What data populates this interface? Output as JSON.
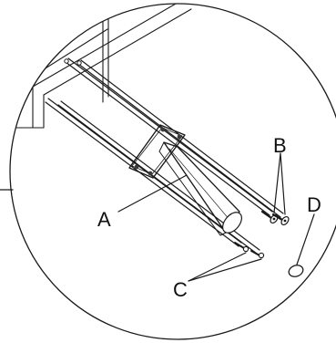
{
  "diagram": {
    "callouts": [
      {
        "id": "A",
        "text": "A"
      },
      {
        "id": "B",
        "text": "B"
      },
      {
        "id": "C",
        "text": "C"
      },
      {
        "id": "D",
        "text": "D"
      }
    ],
    "colors": {
      "stroke": "#1a1a1a",
      "fill_light": "#ffffff",
      "fill_shade": "#d9d9d9",
      "fill_dark": "#3a3a3a"
    }
  }
}
